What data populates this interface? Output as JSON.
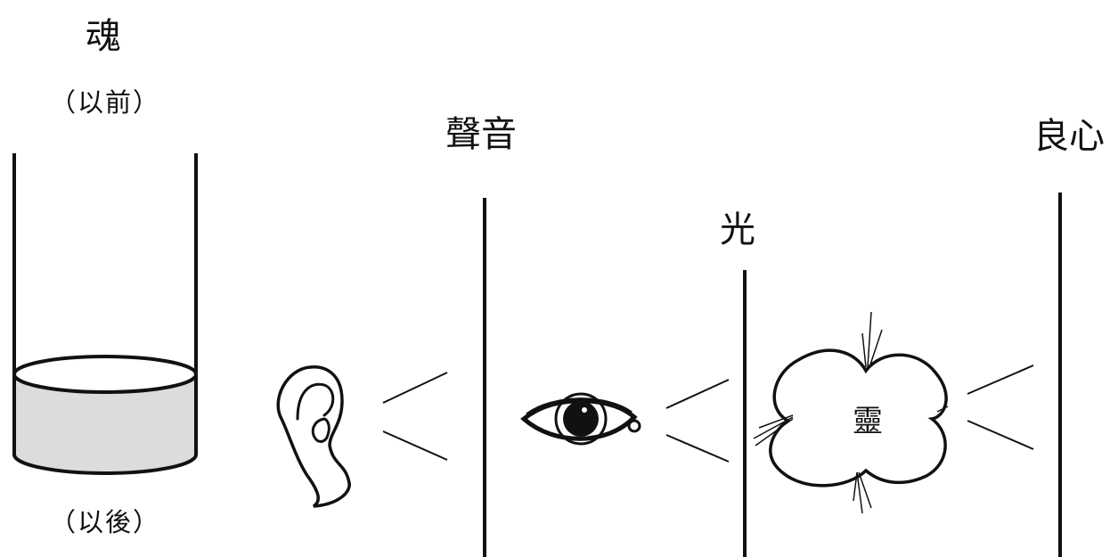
{
  "labels": {
    "soul": "魂",
    "before": "（以前）",
    "after": "（以後）",
    "sound": "聲音",
    "light": "光",
    "conscience": "良心",
    "spirit": "靈"
  },
  "icons": [
    "ear-icon",
    "eye-icon",
    "cloud-icon",
    "cylinder-icon"
  ]
}
